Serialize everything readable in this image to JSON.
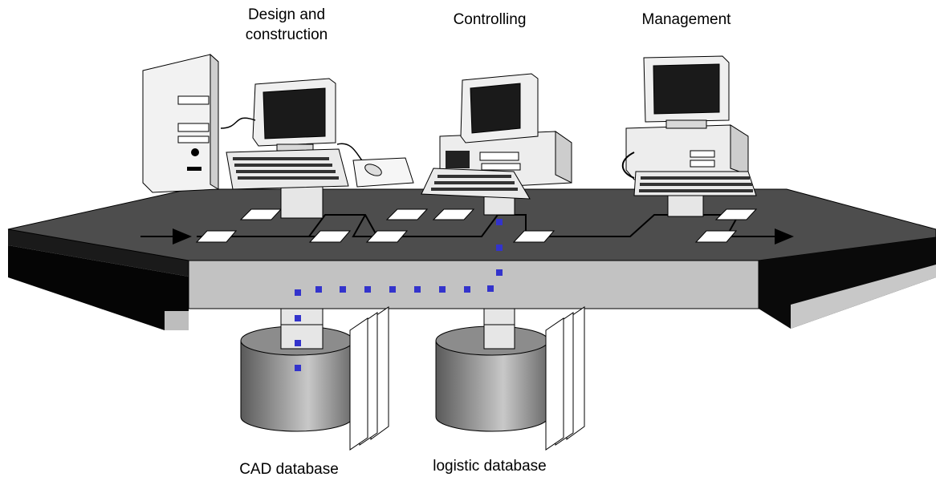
{
  "labels": {
    "design_line1": "Design and",
    "design_line2": "construction",
    "controlling": "Controlling",
    "management": "Management",
    "cad_database": "CAD database",
    "logistic_database": "logistic database"
  },
  "colors": {
    "platform_top": "#4d4d4d",
    "platform_front": "#c0c0c0",
    "platform_side": "#000000",
    "data_path_dots": "#3333cc",
    "document_node": "#ffffff"
  }
}
